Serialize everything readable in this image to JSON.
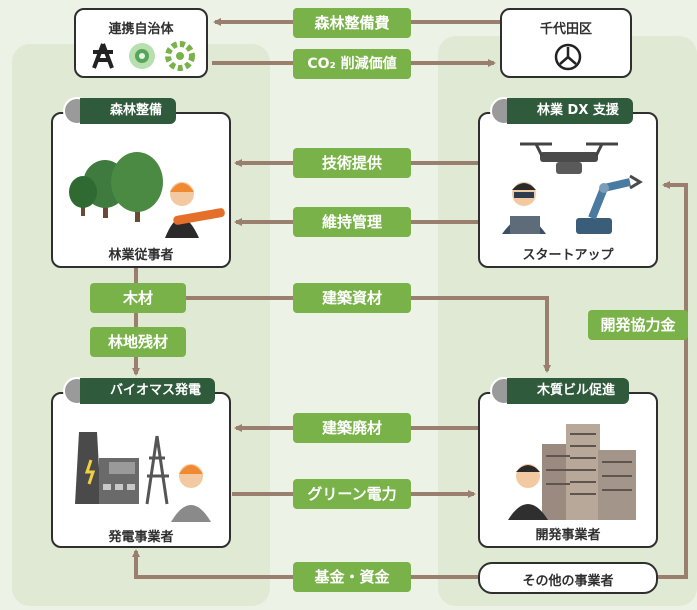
{
  "top": {
    "municipality_label": "連携自治体",
    "chiyoda_label": "千代田区",
    "forest_fee": "森林整備費",
    "co2_value": "CO₂ 削減価値"
  },
  "forest": {
    "header": "森林整備",
    "role": "林業従事者"
  },
  "dx": {
    "header": "林業 DX 支援",
    "role": "スタートアップ"
  },
  "biomass": {
    "header": "バイオマス発電",
    "role": "発電事業者"
  },
  "wood_building": {
    "header": "木質ビル促進",
    "role": "開発事業者"
  },
  "other": {
    "label": "その他の事業者"
  },
  "flows": {
    "tech": "技術提供",
    "maintenance": "維持管理",
    "timber": "木材",
    "building_material": "建築資材",
    "forest_residue": "林地残材",
    "demolition": "建築廃材",
    "green_power": "グリーン電力",
    "fund": "基金・資金",
    "dev_fund": "開発協力金"
  },
  "colors": {
    "accent_green": "#7ab24a",
    "dark_green": "#2f5b3c",
    "arrow": "#9a7f6e"
  }
}
